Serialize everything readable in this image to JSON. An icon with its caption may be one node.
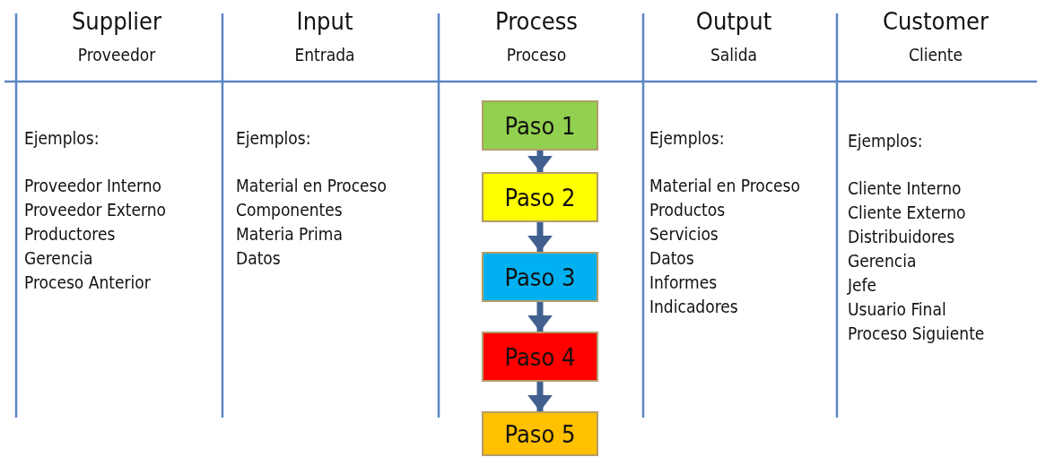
{
  "diagram": {
    "nodes": [
      {
        "text": [
          "Paso 1"
        ]
      },
      {
        "text": [
          "Paso 2"
        ]
      },
      {
        "text": [
          "Paso 3"
        ]
      },
      {
        "text": [
          "Paso 4"
        ]
      },
      {
        "text": [
          "Paso 5"
        ]
      }
    ],
    "edges": [
      {
        "from": 0,
        "to": 1,
        "arrow": "to"
      },
      {
        "from": 1,
        "to": 2,
        "arrow": "to"
      },
      {
        "from": 2,
        "to": 3,
        "arrow": "to"
      },
      {
        "from": 3,
        "to": 4,
        "arrow": "to"
      }
    ],
    "labels": [
      "Supplier",
      "Input",
      "Process",
      "Output",
      "Customer",
      "Proveedor",
      "Entrada",
      "Proceso",
      "Salida",
      "Cliente",
      "Ejemplos:",
      "Proveedor Interno",
      "Proveedor Externo",
      "Productores",
      "Gerencia",
      "Proceso Anterior",
      "Ejemplos:",
      "Material en Proceso",
      "Componentes",
      "Materia Prima",
      "Datos",
      "Ejemplos:",
      "Material en Proceso",
      "Productos",
      "Servicios",
      "Datos",
      "Informes",
      "Indicadores",
      "Ejemplos:",
      "Cliente Interno",
      "Cliente Externo",
      "Distribuidores",
      "Gerencia",
      "Jefe",
      "Usuario Final",
      "Proceso Siguiente"
    ]
  }
}
